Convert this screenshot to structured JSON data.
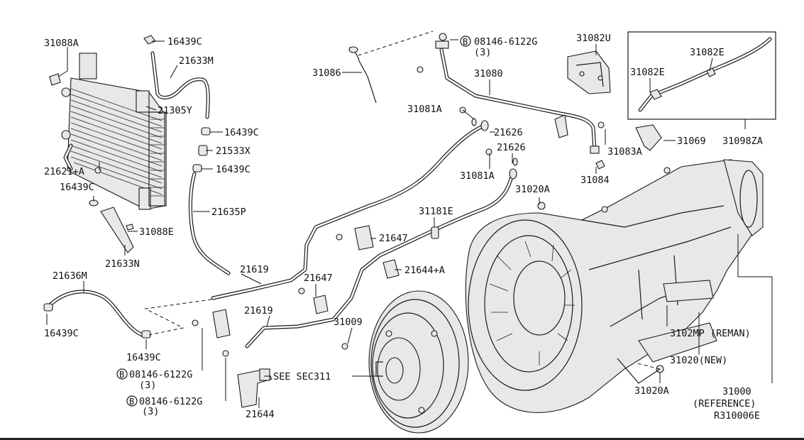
{
  "labels": {
    "p31088A": "31088A",
    "p16439C_a": "16439C",
    "p21633M": "21633M",
    "p21305Y": "21305Y",
    "p16439C_b": "16439C",
    "p21533X": "21533X",
    "p16439C_c": "16439C",
    "p21621A": "21621+A",
    "p16439C_d": "16439C",
    "p21635P": "21635P",
    "p31088E": "31088E",
    "p21633N": "21633N",
    "p21636M": "21636M",
    "p16439C_e": "16439C",
    "p16439C_f": "16439C",
    "p21619_a": "21619",
    "p21619_b": "21619",
    "p21647_a": "21647",
    "p21647_b": "21647",
    "p31086": "31086",
    "p08146_top": "08146-6122G",
    "p08146_top_qty": "(3)",
    "p31080": "31080",
    "p31081A_a": "31081A",
    "p21626_a": "21626",
    "p21626_b": "21626",
    "p31081A_b": "31081A",
    "p31020A_a": "31020A",
    "p31181E": "31181E",
    "p21644A": "21644+A",
    "p31009": "31009",
    "p08146_b1": "08146-6122G",
    "p08146_b1_qty": "(3)",
    "p08146_b2": "08146-6122G",
    "p08146_b2_qty": "(3)",
    "p21644": "21644",
    "pSeeSec": "SEE SEC311",
    "p31082U": "31082U",
    "p31082E_a": "31082E",
    "p31082E_b": "31082E",
    "p31083A": "31083A",
    "p31069": "31069",
    "p31098ZA": "31098ZA",
    "p31084": "31084",
    "p3102MP": "3102MP (REMAN)",
    "p31020new": "31020(NEW)",
    "p31020A_b": "31020A",
    "p31000": "31000",
    "pReference": "(REFERENCE)",
    "pDrawing": "R310006E",
    "bolt_symbol": "B"
  }
}
